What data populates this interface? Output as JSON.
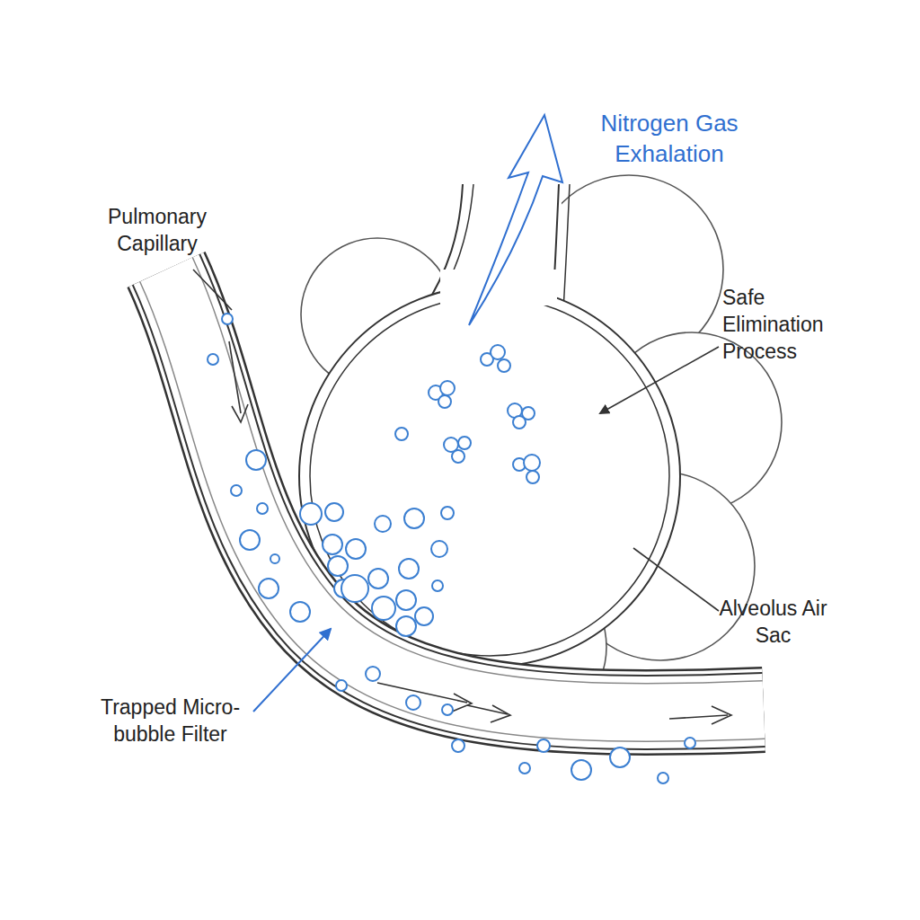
{
  "diagram": {
    "labels": [
      "Nitrogen Gas Exhalation",
      "Pulmonary Capillary",
      "Safe Elimination Process",
      "Alveolus Air Sac",
      "Trapped Micro-bubble Filter"
    ]
  }
}
